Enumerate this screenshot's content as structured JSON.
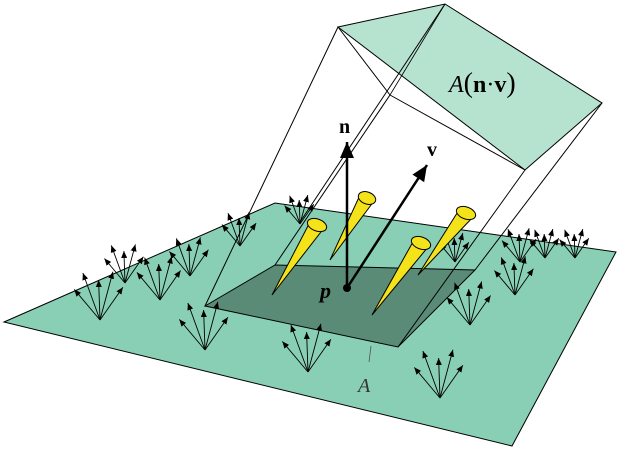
{
  "labels": {
    "area_label": "A",
    "projected_prefix": "A",
    "projected_n": "n",
    "projected_dot": "·",
    "projected_v": "v",
    "normal_label": "n",
    "view_label": "v",
    "point_label": "p"
  },
  "colors": {
    "surface": "#88cfb5",
    "patch": "#5a8b77",
    "prism_cap": "#b6e2d0",
    "cone": "#f4e21a",
    "ink": "#000000"
  },
  "icons": {
    "normal": "arrow-up-icon",
    "view": "arrow-diagonal-icon"
  }
}
